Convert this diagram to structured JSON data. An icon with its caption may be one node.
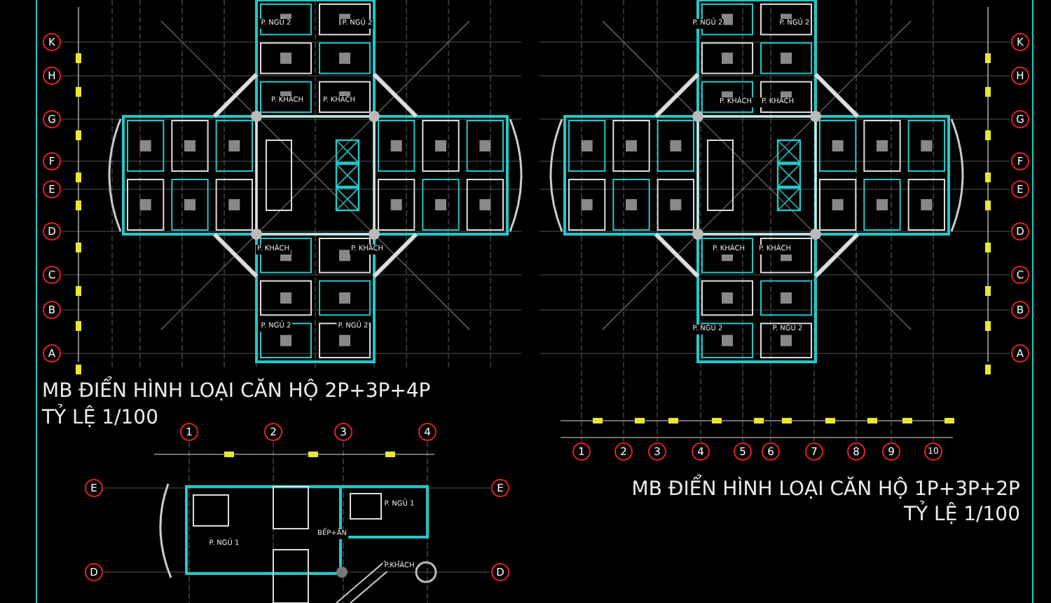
{
  "diagram": {
    "nodes": [
      {
        "text": [
          "K"
        ]
      },
      {
        "text": [
          "H"
        ]
      },
      {
        "text": [
          "G"
        ]
      },
      {
        "text": [
          "F"
        ]
      },
      {
        "text": [
          "E"
        ]
      },
      {
        "text": [
          "D"
        ]
      },
      {
        "text": [
          "C"
        ]
      },
      {
        "text": [
          "B"
        ]
      },
      {
        "text": [
          "A"
        ]
      },
      {
        "text": [
          "K"
        ]
      },
      {
        "text": [
          "H"
        ]
      },
      {
        "text": [
          "G"
        ]
      },
      {
        "text": [
          "F"
        ]
      },
      {
        "text": [
          "E"
        ]
      },
      {
        "text": [
          "D"
        ]
      },
      {
        "text": [
          "C"
        ]
      },
      {
        "text": [
          "B"
        ]
      },
      {
        "text": [
          "A"
        ]
      },
      {
        "text": [
          "1"
        ]
      },
      {
        "text": [
          "2"
        ]
      },
      {
        "text": [
          "3"
        ]
      },
      {
        "text": [
          "4"
        ]
      },
      {
        "text": [
          "5"
        ]
      },
      {
        "text": [
          "6"
        ]
      },
      {
        "text": [
          "7"
        ]
      },
      {
        "text": [
          "8"
        ]
      },
      {
        "text": [
          "9"
        ]
      },
      {
        "text": [
          "10"
        ]
      },
      {
        "text": [
          "1"
        ]
      },
      {
        "text": [
          "2"
        ]
      },
      {
        "text": [
          "3"
        ]
      },
      {
        "text": [
          "4"
        ]
      },
      {
        "text": [
          "E"
        ]
      },
      {
        "text": [
          "E"
        ]
      },
      {
        "text": [
          "D"
        ]
      },
      {
        "text": [
          "D"
        ]
      }
    ],
    "labels": [
      "P. NGỦ 2",
      "P. NGỦ 2",
      "P. KHÁCH",
      "P. KHÁCH",
      "P. KHÁCH",
      "P. KHÁCH",
      "P. NGỦ 2",
      "P. NGỦ 2",
      "P. NGỦ 2",
      "P. NGỦ 2",
      "P. KHÁCH",
      "P. KHÁCH",
      "P. KHÁCH",
      "P. KHÁCH",
      "P. NGỦ 2",
      "P. NGỦ 2",
      "MB ĐIỂN HÌNH LOẠI CĂN HỘ 2P+3P+4P",
      "TỶ LỆ 1/100",
      "MB ĐIỂN HÌNH LOẠI CĂN HỘ 1P+3P+2P",
      "TỶ LỆ 1/100",
      "P. NGỦ 1",
      "BẾP+ĂN",
      "P. NGỦ 1",
      "P.KHÁCH"
    ]
  }
}
